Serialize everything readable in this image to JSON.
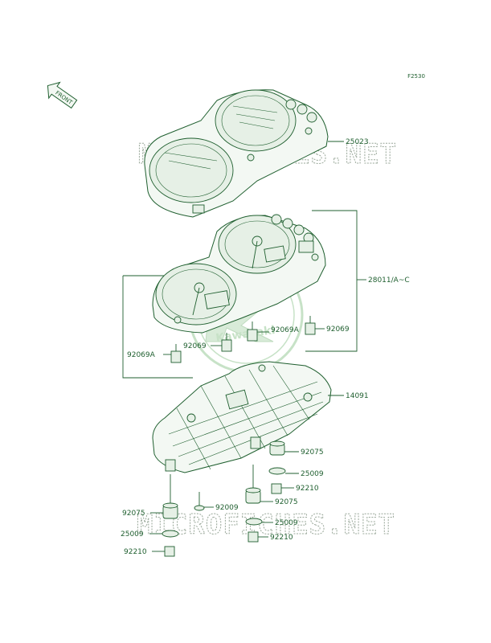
{
  "figure_code": "F2530",
  "front_label": "FRONT",
  "watermark": {
    "text": "MICROFICHES.NET"
  },
  "logo_text": "Kawasaki",
  "parts": [
    "25023",
    "28011/A~C",
    "92069A",
    "92069",
    "92069",
    "92069A",
    "14091",
    "92075",
    "25009",
    "92210",
    "92009",
    "92075",
    "25009",
    "92210",
    "92075",
    "25009",
    "92210"
  ],
  "colors": {
    "line": "#1f5f2f",
    "watermark": "#9aa89a",
    "background": "#ffffff"
  }
}
